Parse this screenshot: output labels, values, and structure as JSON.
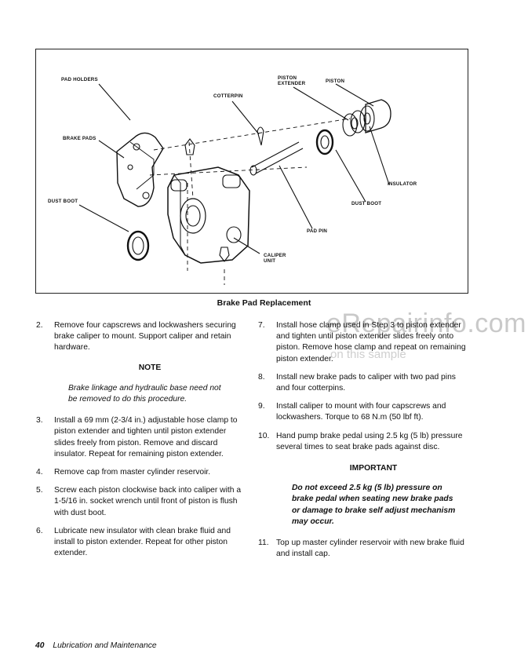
{
  "figure": {
    "labels": {
      "pad_holders": "PAD HOLDERS",
      "piston_extender": "PISTON\nEXTENDER",
      "piston": "PISTON",
      "cotterpin": "COTTERPIN",
      "brake_pads": "BRAKE PADS",
      "insulator": "INSULATOR",
      "dust_boot_left": "DUST BOOT",
      "dust_boot_right": "DUST BOOT",
      "pad_pin": "PAD PIN",
      "caliper_unit": "CALIPER\nUNIT"
    },
    "caption": "Brake Pad Replacement"
  },
  "watermark": {
    "main": "eRepairinfo.com",
    "sub": "on this sample"
  },
  "left_column": {
    "step2": {
      "num": "2.",
      "text": "Remove four capscrews and lockwashers securing brake caliper to mount. Support caliper and retain hardware."
    },
    "note_title": "NOTE",
    "note_text": "Brake linkage and hydraulic base need not be removed to do this procedure.",
    "step3": {
      "num": "3.",
      "text": "Install a 69 mm (2-3/4 in.) adjustable hose clamp to piston extender and tighten until piston extender slides freely from piston. Remove and discard insulator. Repeat for remaining piston extender."
    },
    "step4": {
      "num": "4.",
      "text": "Remove cap from master cylinder reservoir."
    },
    "step5": {
      "num": "5.",
      "text": "Screw each piston clockwise back into caliper with a 1-5/16 in. socket wrench until front of piston is flush with dust boot."
    },
    "step6": {
      "num": "6.",
      "text": "Lubricate new insulator with clean brake fluid and install to piston extender. Repeat for other piston extender."
    }
  },
  "right_column": {
    "step7": {
      "num": "7.",
      "text": "Install hose clamp used in Step 3 to piston extender and tighten until piston extender slides freely onto piston. Remove hose clamp and repeat on remaining piston extender."
    },
    "step8": {
      "num": "8.",
      "text": "Install new brake pads to caliper with two pad pins and four cotterpins."
    },
    "step9": {
      "num": "9.",
      "text": "Install caliper to mount with four capscrews and lockwashers. Torque to 68 N.m (50 lbf ft)."
    },
    "step10": {
      "num": "10.",
      "text": "Hand pump brake pedal using 2.5 kg (5 lb) pressure several times to seat brake pads against disc."
    },
    "important_title": "IMPORTANT",
    "important_text": "Do not exceed 2.5 kg (5 lb) pressure on brake pedal when seating new brake pads or damage to brake self adjust mechanism may occur.",
    "step11": {
      "num": "11.",
      "text": "Top up master cylinder reservoir with new brake fluid and install cap."
    }
  },
  "footer": {
    "page_number": "40",
    "section": "Lubrication and Maintenance"
  }
}
